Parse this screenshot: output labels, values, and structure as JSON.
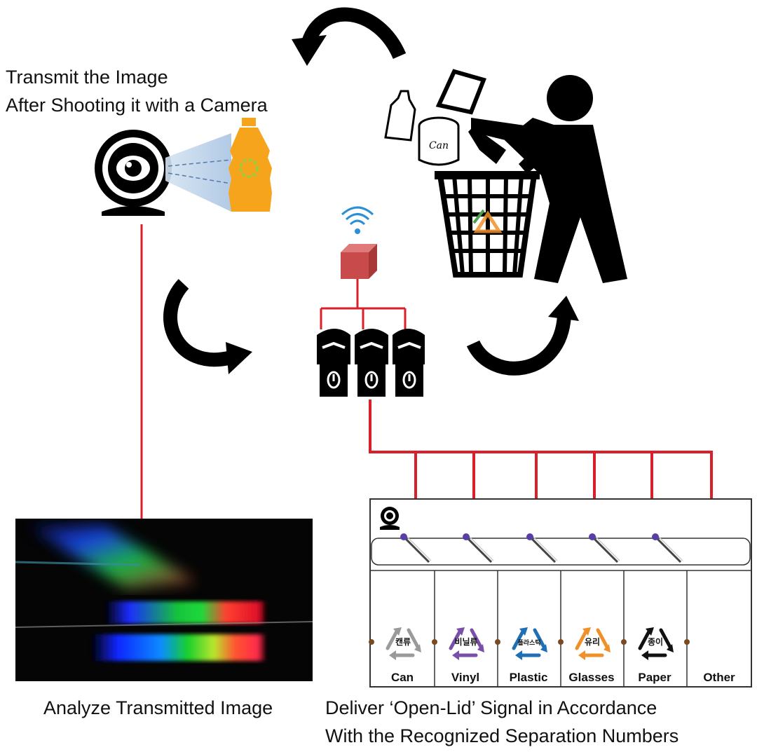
{
  "labels": {
    "transmit_line1": "Transmit the Image",
    "transmit_line2": "After Shooting it with a Camera",
    "analyze": "Analyze Transmitted Image",
    "deliver_line1": "Deliver ‘Open-Lid’ Signal in Accordance",
    "deliver_line2": "With the Recognized Separation Numbers"
  },
  "can_label": "Can",
  "bins": [
    {
      "name": "Can",
      "korean": "캔류",
      "color": "#9a9a9a"
    },
    {
      "name": "Vinyl",
      "korean": "비닐류",
      "color": "#7a4fa8"
    },
    {
      "name": "Plastic",
      "korean": "플라스틱",
      "color": "#1f6fb5"
    },
    {
      "name": "Glasses",
      "korean": "유리",
      "color": "#f0902a"
    },
    {
      "name": "Paper",
      "korean": "종이",
      "color": "#111111"
    },
    {
      "name": "Other",
      "korean": "",
      "color": ""
    }
  ],
  "colors": {
    "wire": "#d9202a",
    "bottle": "#f7a41d",
    "cube": "#c94a4a",
    "wifi": "#2a8fd6",
    "beam": "#bcd3ea"
  }
}
